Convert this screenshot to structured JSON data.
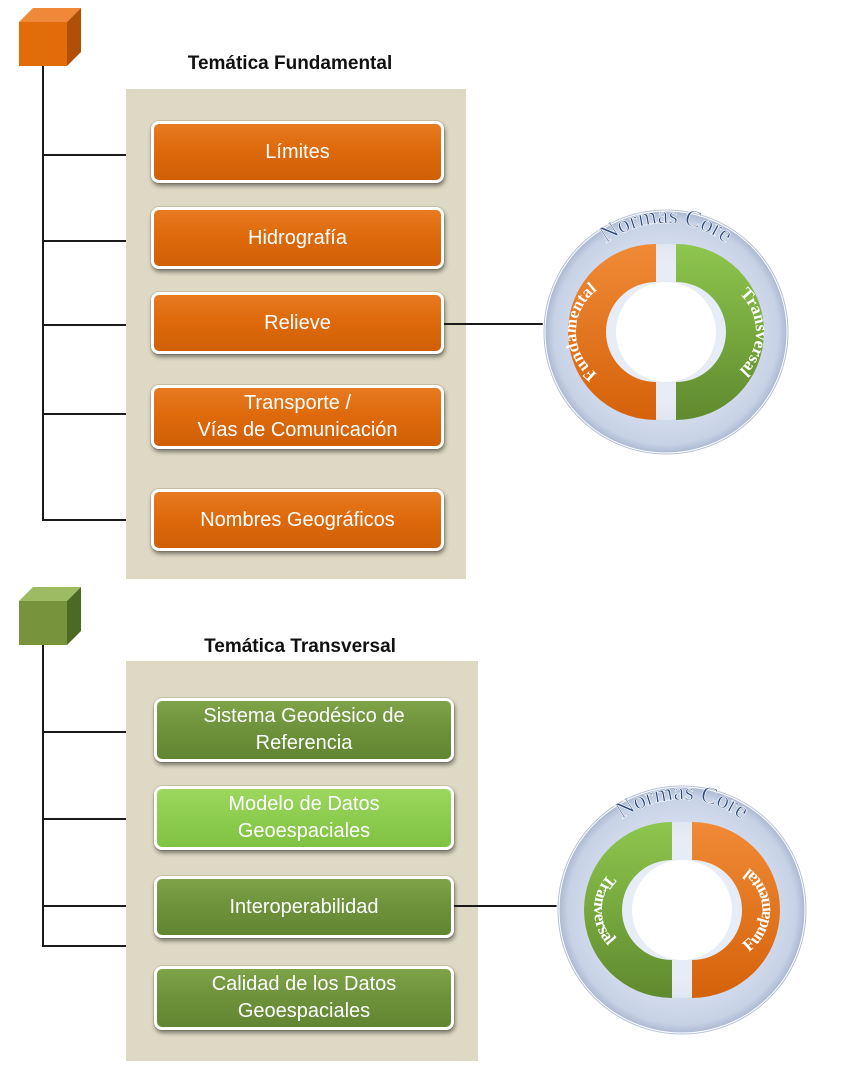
{
  "fundamental": {
    "title": "Temática Fundamental",
    "color": "#e36c0a",
    "items": [
      {
        "label": "Límites"
      },
      {
        "label": "Hidrografía"
      },
      {
        "label": "Relieve"
      },
      {
        "label": "Transporte /\nVías de Comunicación"
      },
      {
        "label": "Nombres Geográficos"
      }
    ]
  },
  "transversal": {
    "title": "Temática Transversal",
    "color": "#77933c",
    "highlight_color": "#92d050",
    "items": [
      {
        "label": "Sistema Geodésico de\nReferencia"
      },
      {
        "label": "Modelo de Datos\nGeoespaciales"
      },
      {
        "label": "Interoperabilidad"
      },
      {
        "label": "Calidad de los Datos\nGeoespaciales"
      }
    ]
  },
  "ring_top": {
    "title": "Normas Core",
    "left_arc": "Fundamental",
    "right_arc": "Transversal"
  },
  "ring_bottom": {
    "title": "Normas Core",
    "left_arc": "Tranversal",
    "right_arc": "Fundamental"
  }
}
